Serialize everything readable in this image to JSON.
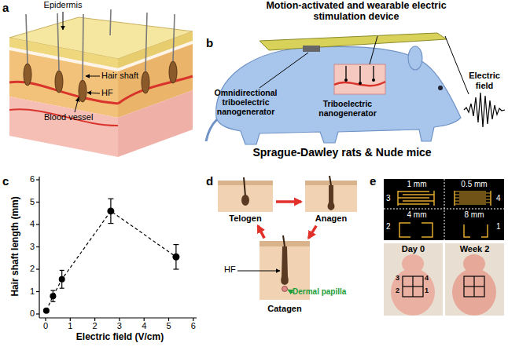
{
  "diagram": {
    "nodes": [
      {
        "text": [
          "Telogen"
        ]
      },
      {
        "text": [
          "Anagen"
        ]
      },
      {
        "text": [
          "Catagen"
        ]
      },
      {
        "text": [
          "Day 0"
        ]
      },
      {
        "text": [
          "Week 2"
        ]
      }
    ],
    "edges": [
      {
        "from": 0,
        "to": 1,
        "arrow": "to"
      },
      {
        "from": 1,
        "to": 2,
        "arrow": "to"
      },
      {
        "from": 2,
        "to": 0,
        "arrow": "to"
      }
    ],
    "labels": [
      "a",
      "Epidermis",
      "Hair shaft",
      "HF",
      "Blood vessel",
      "b",
      "Motion-activated and wearable electric stimulation device",
      "Omnidirectional triboelectric nanogenerator",
      "Triboelectric nanogenerator",
      "Electric field",
      "Sprague-Dawley rats & Nude mice",
      "c",
      "Hair shaft length (mm)",
      "6",
      "5",
      "4",
      "3",
      "2",
      "1",
      "0",
      "0",
      "1",
      "2",
      "3",
      "4",
      "5",
      "6",
      "Electric field (V/cm)",
      "d",
      "HF",
      "Dermal papilla",
      "e",
      "1 mm",
      "0.5 mm",
      "3",
      "4",
      "2",
      "1",
      "4 mm",
      "8 mm",
      "3",
      "4",
      "2",
      "1"
    ]
  }
}
